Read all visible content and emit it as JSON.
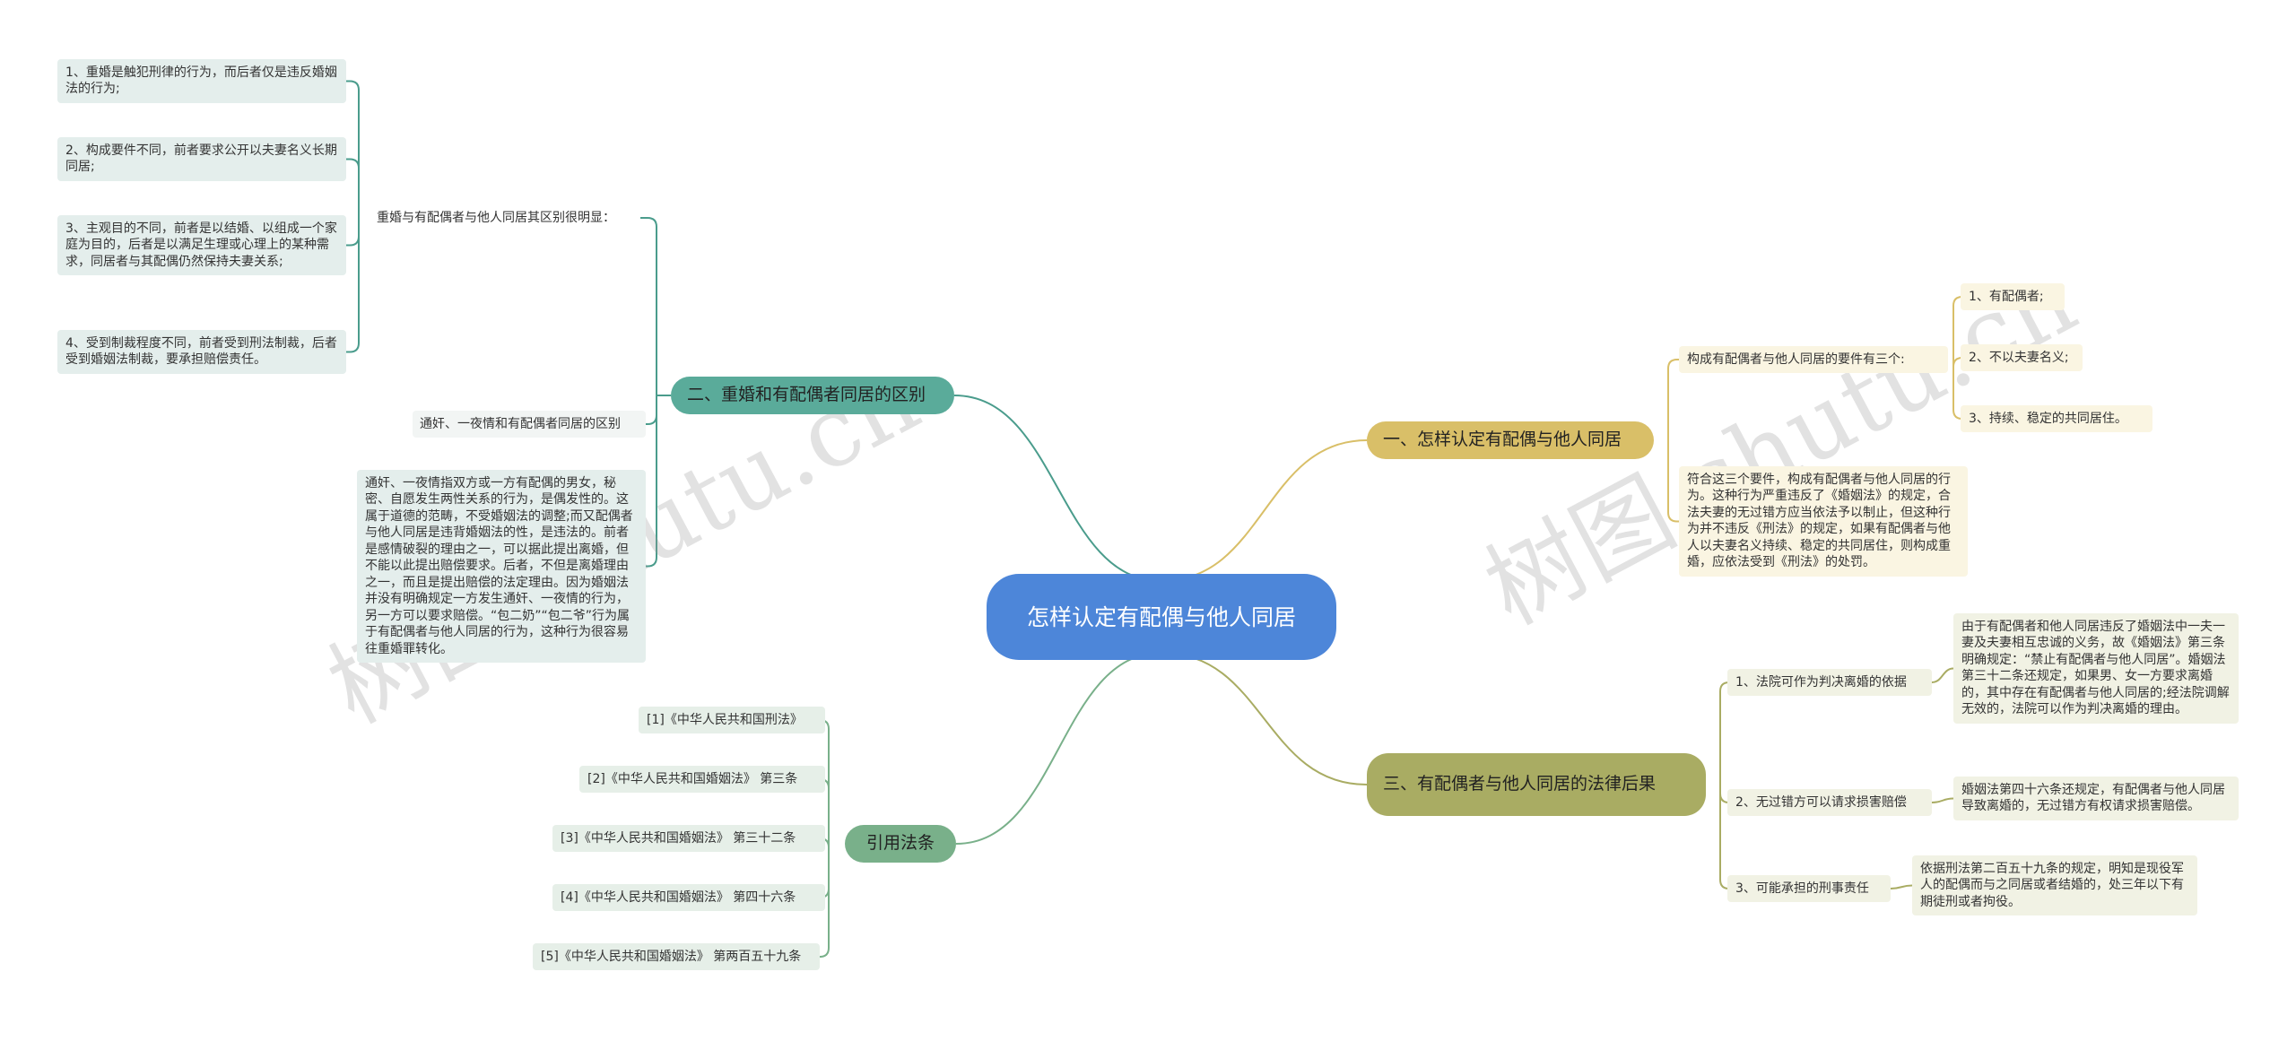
{
  "root": {
    "text": "怎样认定有配偶与他人同居"
  },
  "branches": {
    "b1": {
      "title": "一、怎样认定有配偶与他人同居",
      "sub1": "构成有配偶者与他人同居的要件有三个:",
      "items": [
        "1、有配偶者;",
        "2、不以夫妻名义;",
        "3、持续、稳定的共同居住。"
      ],
      "sub2": "符合这三个要件，构成有配偶者与他人同居的行为。这种行为严重违反了《婚姻法》的规定，合法夫妻的无过错方应当依法予以制止，但这种行为并不违反《刑法》的规定，如果有配偶者与他人以夫妻名义持续、稳定的共同居住，则构成重婚，应依法受到《刑法》的处罚。"
    },
    "b2": {
      "title": "二、重婚和有配偶者同居的区别",
      "sub1": "重婚与有配偶者与他人同居其区别很明显：",
      "items": [
        "1、重婚是触犯刑律的行为，而后者仅是违反婚姻法的行为;",
        "2、构成要件不同，前者要求公开以夫妻名义长期同居;",
        "3、主观目的不同，前者是以结婚、以组成一个家庭为目的，后者是以满足生理或心理上的某种需求，同居者与其配偶仍然保持夫妻关系;",
        "4、受到制裁程度不同，前者受到刑法制裁，后者受到婚姻法制裁，要承担赔偿责任。"
      ],
      "sub2": "通奸、一夜情和有配偶者同居的区别",
      "sub2_detail": "通奸、一夜情指双方或一方有配偶的男女，秘密、自愿发生两性关系的行为，是偶发性的。这属于道德的范畴，不受婚姻法的调整;而又配偶者与他人同居是违背婚姻法的性，是违法的。前者是感情破裂的理由之一，可以据此提出离婚，但不能以此提出赔偿要求。后者，不但是离婚理由之一，而且是提出赔偿的法定理由。因为婚姻法并没有明确规定一方发生通奸、一夜情的行为，另一方可以要求赔偿。“包二奶”“包二爷”行为属于有配偶者与他人同居的行为，这种行为很容易往重婚罪转化。"
    },
    "b3": {
      "title": "三、有配偶者与他人同居的法律后果",
      "items": [
        {
          "label": "1、法院可作为判决离婚的依据",
          "detail": "由于有配偶者和他人同居违反了婚姻法中一夫一妻及夫妻相互忠诚的义务，故《婚姻法》第三条明确规定：“禁止有配偶者与他人同居”。婚姻法第三十二条还规定，如果男、女一方要求离婚的，其中存在有配偶者与他人同居的;经法院调解无效的，法院可以作为判决离婚的理由。"
        },
        {
          "label": "2、无过错方可以请求损害赔偿",
          "detail": "婚姻法第四十六条还规定，有配偶者与他人同居导致离婚的，无过错方有权请求损害赔偿。"
        },
        {
          "label": "3、可能承担的刑事责任",
          "detail": "依据刑法第二百五十九条的规定，明知是现役军人的配偶而与之同居或者结婚的，处三年以下有期徒刑或者拘役。"
        }
      ]
    },
    "b4": {
      "title": "引用法条",
      "items": [
        "[1]《中华人民共和国刑法》",
        "[2]《中华人民共和国婚姻法》 第三条",
        "[3]《中华人民共和国婚姻法》 第三十二条",
        "[4]《中华人民共和国婚姻法》 第四十六条",
        "[5]《中华人民共和国婚姻法》 第两百五十九条"
      ]
    }
  },
  "watermarks": [
    "树图 shutu.cn",
    "树图 shutu.cn"
  ],
  "colors": {
    "root": "#4d86d9",
    "teal": "#4a9c8c",
    "teal_fill": "#5aab9a",
    "gold": "#d9bf68",
    "olive": "#a9ac63",
    "green": "#79b08a"
  }
}
